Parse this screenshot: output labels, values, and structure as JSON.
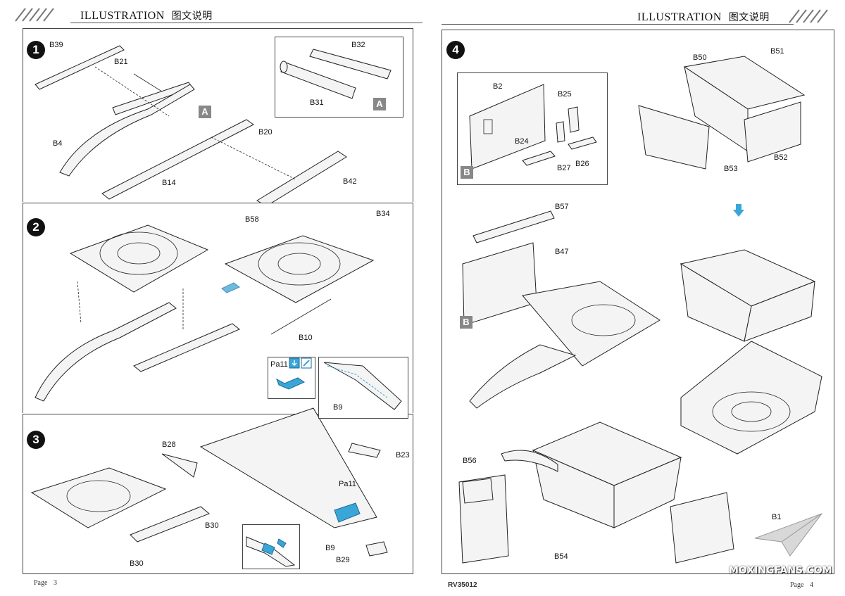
{
  "pages": [
    {
      "header": {
        "title": "ILLUSTRATION",
        "title_cn": "图文说明"
      },
      "steps": [
        {
          "number": "1",
          "labels": [
            "B39",
            "B21",
            "B4",
            "B14",
            "B20",
            "B42",
            "B32",
            "B31"
          ],
          "callout": "A"
        },
        {
          "number": "2",
          "labels": [
            "B58",
            "B34",
            "B10"
          ]
        },
        {
          "number": "3",
          "labels": [
            "B28",
            "B30",
            "B30",
            "B23",
            "Pa11",
            "B9",
            "B29"
          ],
          "paint_ref": "Pa11",
          "detail_label": "B9"
        }
      ],
      "footer": {
        "page_label": "Page",
        "page_number": "3"
      }
    },
    {
      "header": {
        "title": "ILLUSTRATION",
        "title_cn": "图文说明"
      },
      "steps": [
        {
          "number": "4",
          "labels": [
            "B2",
            "B25",
            "B24",
            "B27",
            "B26",
            "B50",
            "B51",
            "B53",
            "B52",
            "B57",
            "B47",
            "B56",
            "B54",
            "B1"
          ],
          "callout": "B"
        }
      ],
      "footer": {
        "product_code": "RV35012",
        "page_label": "Page",
        "page_number": "4"
      },
      "watermark": "MOXINGFANS.COM"
    }
  ],
  "colors": {
    "accent_blue": "#3aa6d8",
    "callout_gray": "#888888",
    "step_circle": "#111111"
  }
}
